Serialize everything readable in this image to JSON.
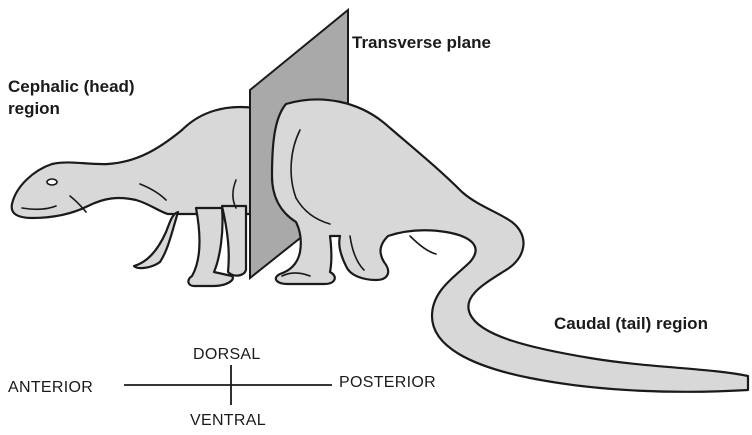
{
  "labels": {
    "transverse_plane": "Transverse plane",
    "cephalic_line1": "Cephalic (head)",
    "cephalic_line2": "region",
    "caudal": "Caudal (tail) region"
  },
  "compass": {
    "dorsal": "DORSAL",
    "ventral": "VENTRAL",
    "anterior": "ANTERIOR",
    "posterior": "POSTERIOR"
  },
  "colors": {
    "body_fill": "#d8d8d8",
    "plane_fill": "#a9a9a9",
    "outline": "#1a1a1a"
  }
}
